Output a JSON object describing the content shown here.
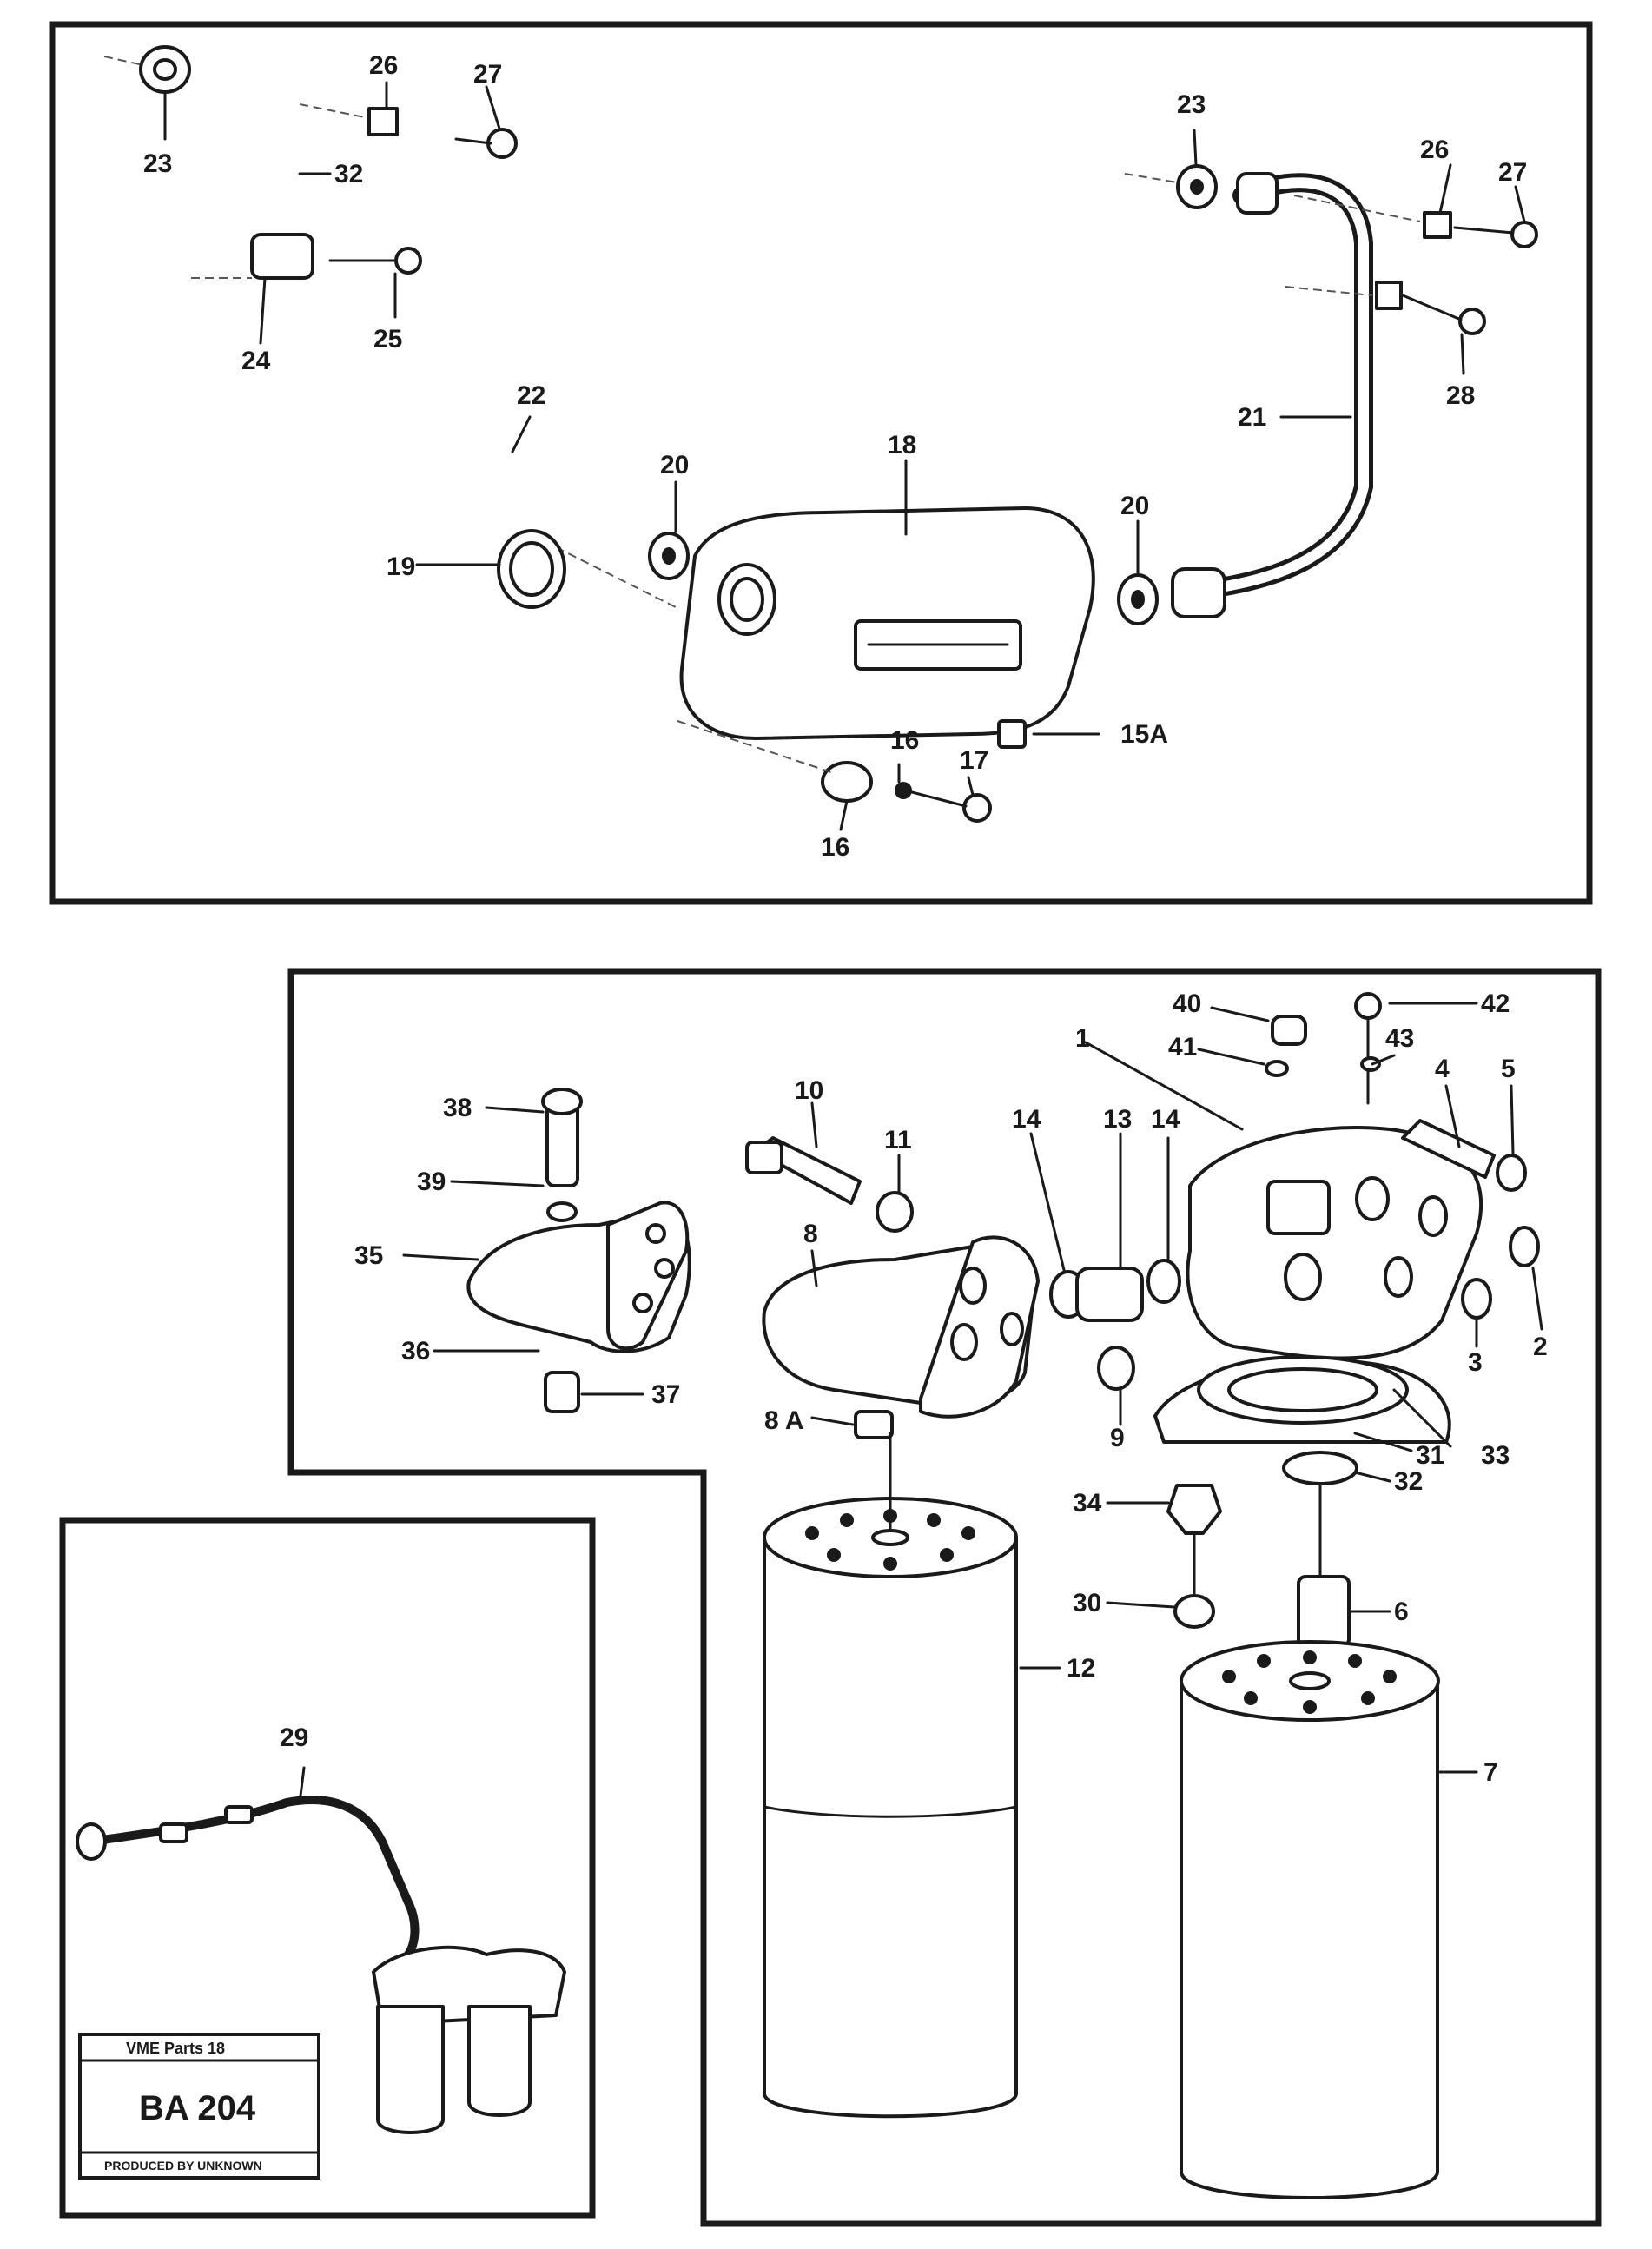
{
  "colors": {
    "ink": "#1a1a1a",
    "paper": "#ffffff"
  },
  "labels": {
    "top": {
      "p23a": "23",
      "p32": "32",
      "p26a": "26",
      "p27a": "27",
      "p25": "25",
      "p24": "24",
      "p22": "22",
      "p20a": "20",
      "p19": "19",
      "p18": "18",
      "p20b": "20",
      "p23b": "23",
      "p26b": "26",
      "p27b": "27",
      "p28": "28",
      "p21": "21",
      "p15a": "15A",
      "p16": "16",
      "p17": "17",
      "p16b": "16"
    },
    "bottom": {
      "p38": "38",
      "p39": "39",
      "p35": "35",
      "p36": "36",
      "p37": "37",
      "p10": "10",
      "p11": "11",
      "p14a": "14",
      "p13": "13",
      "p14b": "14",
      "p40": "40",
      "p42": "42",
      "p41": "41",
      "p43": "43",
      "p1": "1",
      "p4": "4",
      "p5": "5",
      "p8": "8",
      "p8a": "8 A",
      "p9": "9",
      "p3": "3",
      "p2": "2",
      "p31": "31",
      "p33": "33",
      "p32": "32",
      "p34": "34",
      "p30": "30",
      "p6": "6",
      "p12": "12",
      "p7": "7"
    },
    "inset": {
      "p29": "29"
    }
  },
  "stamp": {
    "line1": "VME Parts 18",
    "code": "BA 204",
    "line3": "PRODUCED BY UNKNOWN"
  }
}
